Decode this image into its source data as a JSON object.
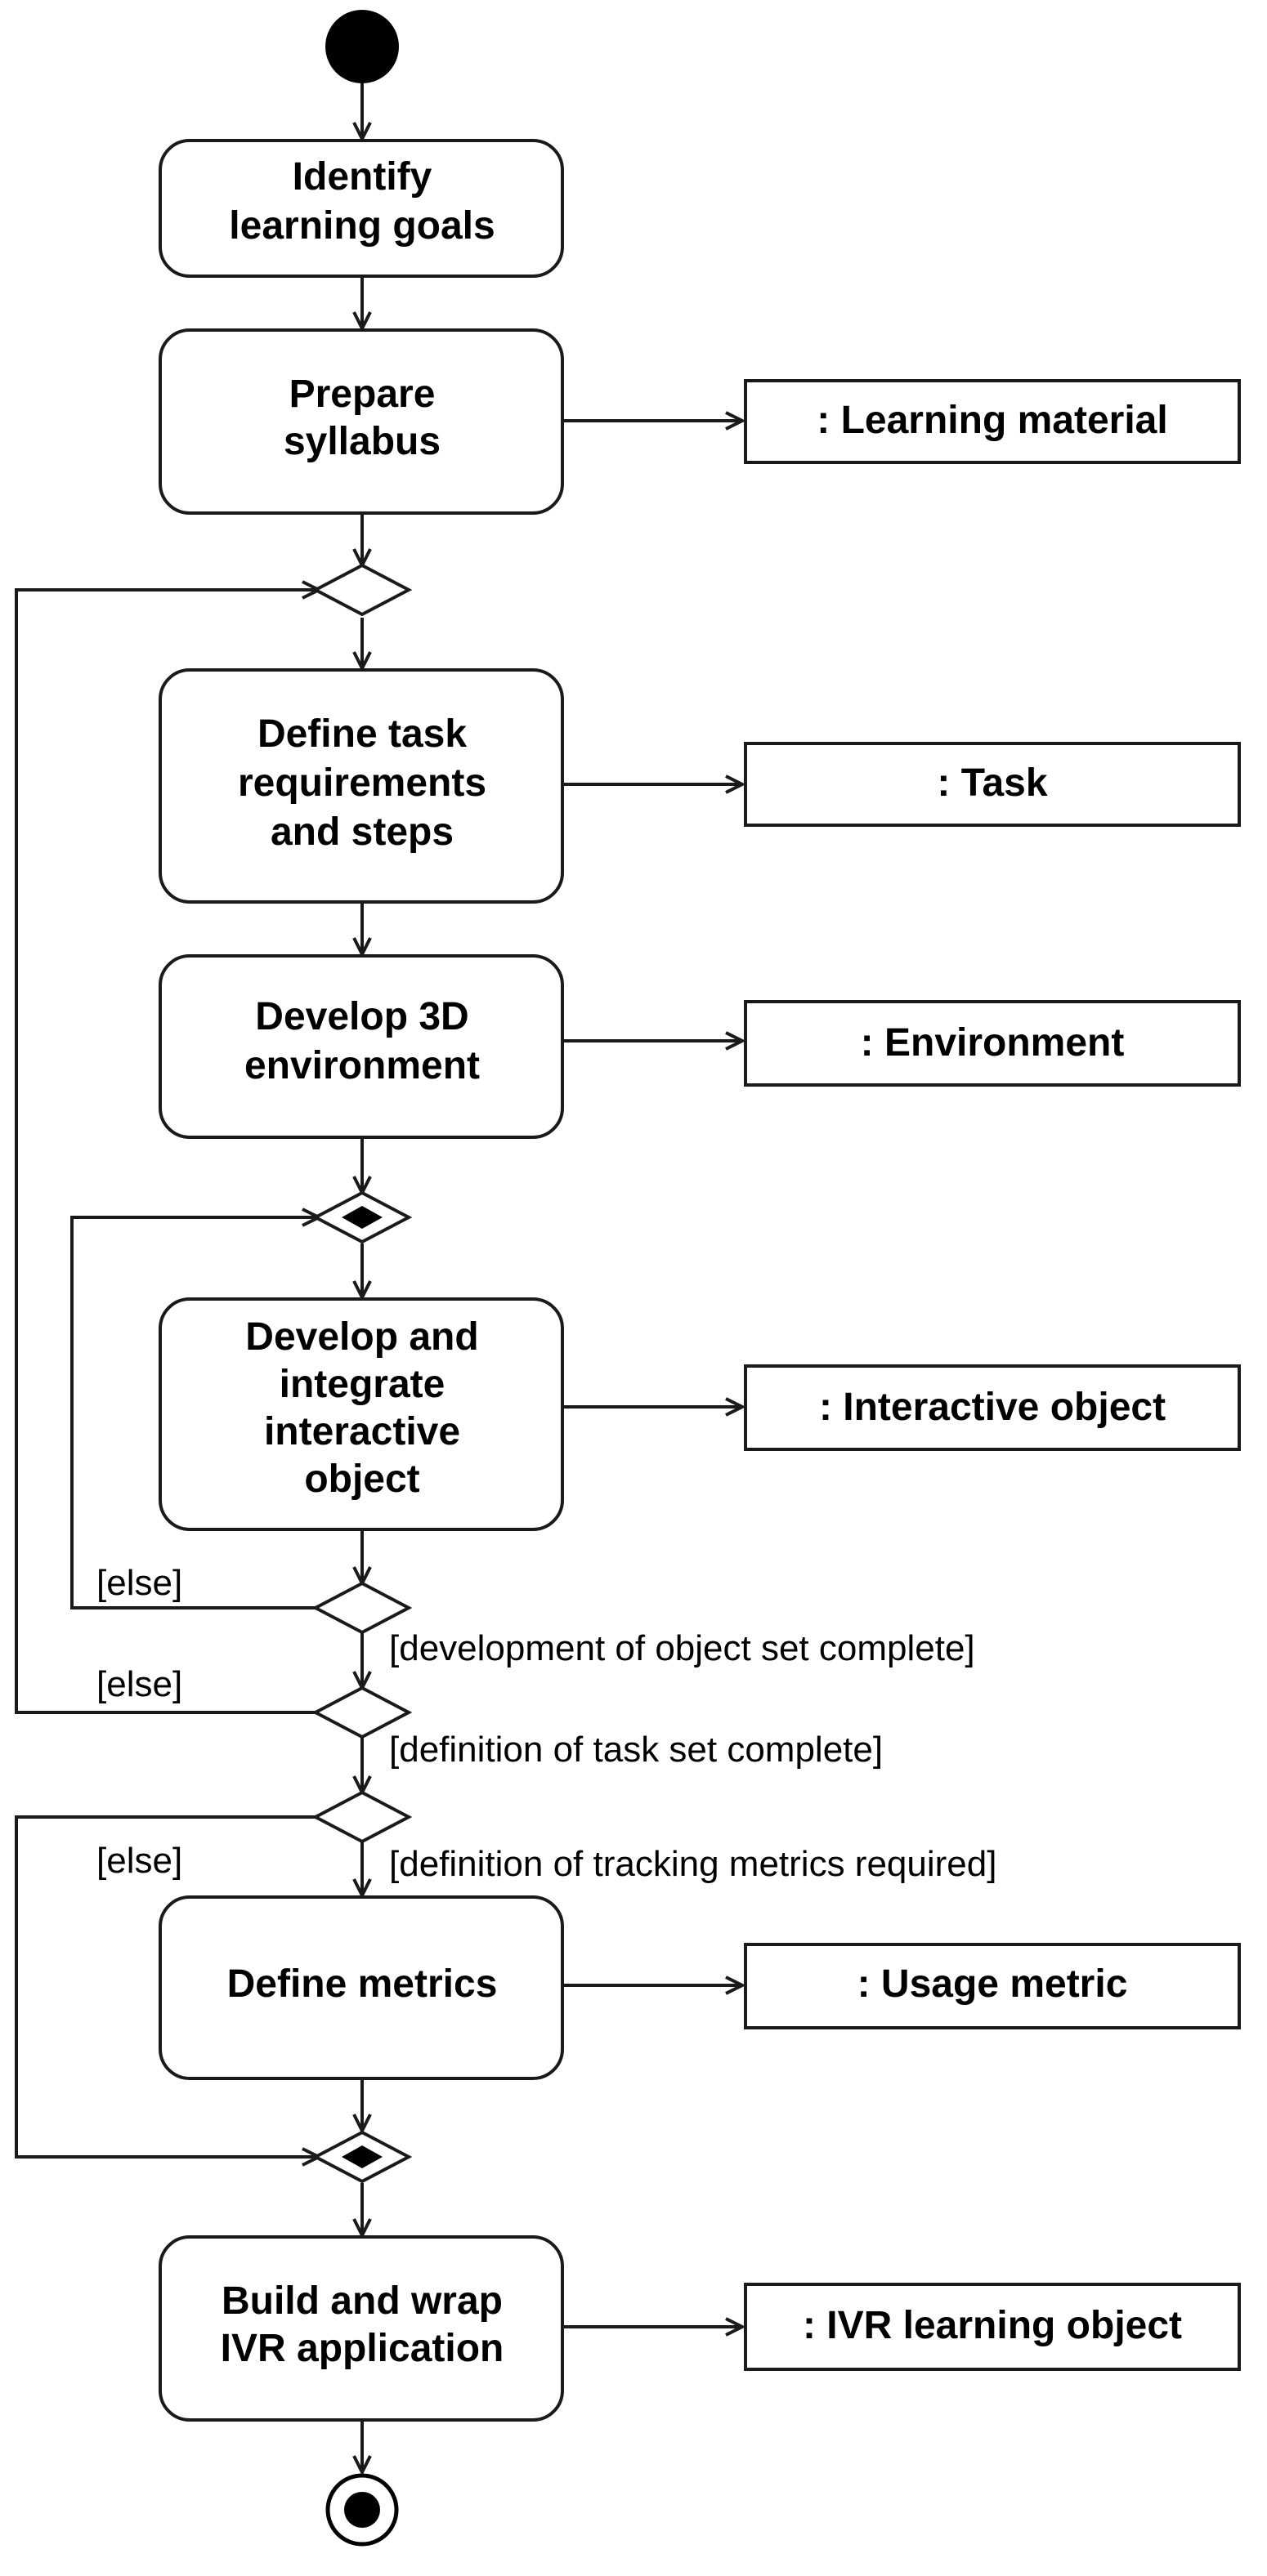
{
  "activities": {
    "identify": [
      "Identify",
      "learning goals"
    ],
    "prepare": [
      "Prepare",
      "syllabus"
    ],
    "define_task": [
      "Define task",
      "requirements",
      "and steps"
    ],
    "develop_3d": [
      "Develop 3D",
      "environment"
    ],
    "develop_integrate": [
      "Develop and",
      "integrate",
      "interactive",
      "object"
    ],
    "define_metrics": [
      "Define metrics"
    ],
    "build_wrap": [
      "Build and wrap",
      "IVR application"
    ]
  },
  "objects": {
    "learning_material": ": Learning material",
    "task": ": Task",
    "environment": ": Environment",
    "interactive_object": ": Interactive object",
    "usage_metric": ": Usage metric",
    "ivr_learning_object": ": IVR learning object"
  },
  "guards": {
    "else_object_loop": "[else]",
    "object_set_complete": "[development of object set complete]",
    "else_task_loop": "[else]",
    "task_set_complete": "[definition of task set complete]",
    "else_metrics": "[else]",
    "metrics_required": "[definition of tracking metrics required]"
  },
  "colors": {
    "stroke": "#1a1a1a",
    "fill": "#ffffff",
    "node": "#000000"
  }
}
